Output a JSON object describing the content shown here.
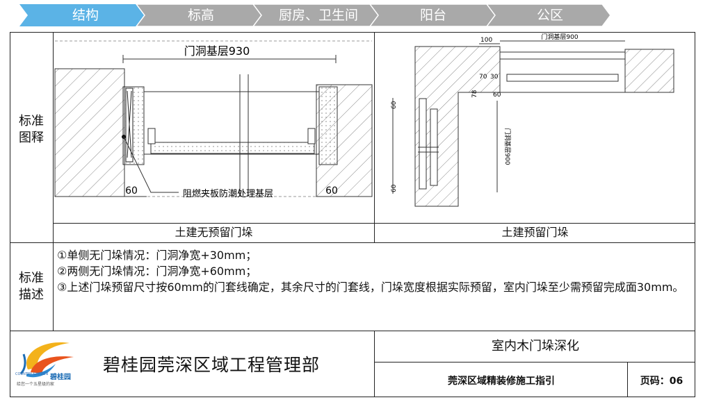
{
  "nav": {
    "items": [
      {
        "label": "结构",
        "active": true
      },
      {
        "label": "标高",
        "active": false
      },
      {
        "label": "厨房、卫生间",
        "active": false
      },
      {
        "label": "阳台",
        "active": false
      },
      {
        "label": "公区",
        "active": false
      }
    ]
  },
  "colors": {
    "nav_active": "#5bb3e6",
    "nav_inactive": "#a9a9a9",
    "border": "#222222"
  },
  "rows": {
    "diagram_label": "标准\n图释",
    "desc_label": "标准\n描述"
  },
  "left_drawing": {
    "caption": "土建无预留门垛",
    "dim_top": "门洞基层930",
    "dim_left": "60",
    "dim_right": "60",
    "note": "阻燃夹板防潮处理基层"
  },
  "right_drawing": {
    "caption": "土建预留门垛",
    "dim_top": "门洞基层900",
    "dim_100": "100",
    "dim_70": "70",
    "dim_30": "30",
    "dim_60": "60",
    "dim_side_a": "60",
    "dim_side_b": "60",
    "dim_vertical": "门洞基层900",
    "dim_78": "78"
  },
  "description": [
    "①单侧无门垛情况：门洞净宽+30mm；",
    "②两侧无门垛情况：门洞净宽+60mm；",
    "③上述门垛预留尺寸按60mm的门套线确定，其余尺寸的门套线，门垛宽度根据实际预留，室内门垛至少需预留完成面30mm。"
  ],
  "footer": {
    "company": "碧桂园莞深区域工程管理部",
    "title": "室内木门垛深化",
    "subtitle": "莞深区域精装修施工指引",
    "page": "页码：06",
    "logo_text_en": "COUNTRY GARDEN",
    "logo_text_cn": "碧桂园",
    "logo_slogan": "给您一个五星级的家"
  }
}
